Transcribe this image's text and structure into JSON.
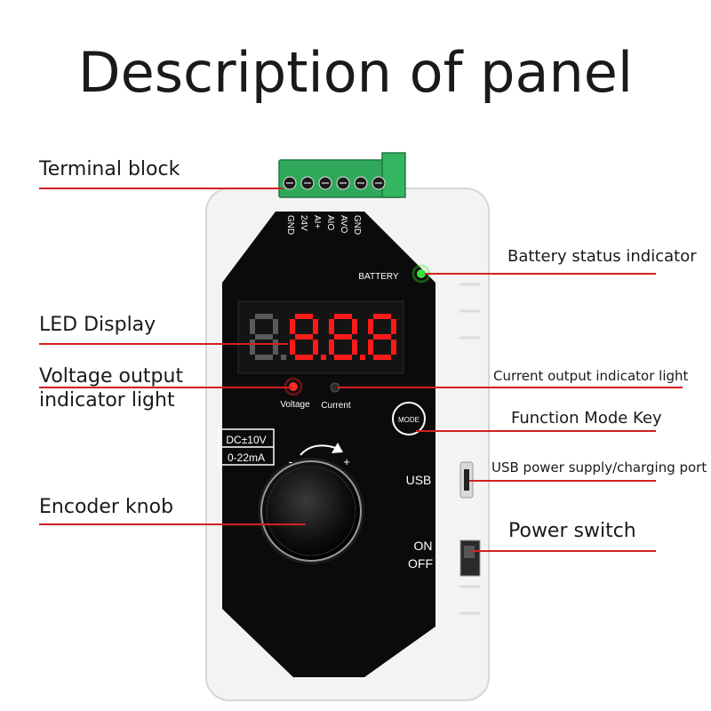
{
  "title": "Description of panel",
  "labels": {
    "terminal_block": "Terminal block",
    "battery_status": "Battery status indicator",
    "led_display": "LED Display",
    "voltage_indicator_line1": "Voltage output",
    "voltage_indicator_line2": "indicator light",
    "current_indicator": "Current output indicator light",
    "mode_key": "Function Mode Key",
    "usb_port": "USB power supply/charging port",
    "encoder_knob": "Encoder knob",
    "power_switch": "Power switch"
  },
  "device": {
    "terminals": [
      "GND",
      "AVO",
      "AIO",
      "AI+",
      "24V",
      "GND"
    ],
    "battery_label": "BATTERY",
    "display_digits": "8.8.8.",
    "voltage_label": "Voltage",
    "current_label": "Current",
    "mode_button": "MODE",
    "range_voltage": "DC±10V",
    "range_current": "0-22mA",
    "minus": "-",
    "plus": "+",
    "usb_label": "USB",
    "on_label": "ON",
    "off_label": "OFF"
  },
  "colors": {
    "accent_line": "#d32020",
    "panel": "#0b0b0b",
    "housing": "#f3f3f3",
    "led_on": "#ff1a1a",
    "battery_led": "#39e23a",
    "terminal_green": "#2fa85a"
  }
}
